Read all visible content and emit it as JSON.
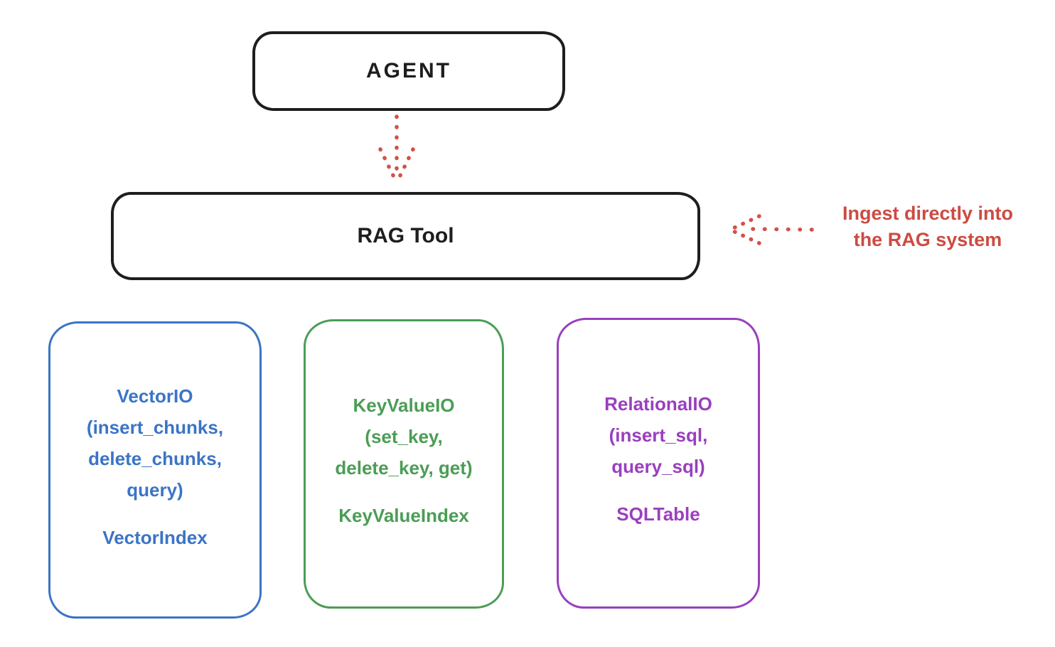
{
  "diagram": {
    "nodes": {
      "agent": {
        "label": "AGENT"
      },
      "rag_tool": {
        "label": "RAG Tool"
      },
      "vector": {
        "lines": [
          "VectorIO",
          "(insert_chunks,",
          "delete_chunks,",
          "query)"
        ],
        "index_label": "VectorIndex",
        "color": "#3b74c6"
      },
      "keyvalue": {
        "lines": [
          "KeyValueIO",
          "(set_key,",
          "delete_key, get)"
        ],
        "index_label": "KeyValueIndex",
        "color": "#4b9d55"
      },
      "relational": {
        "lines": [
          "RelationalIO",
          "(insert_sql,",
          "query_sql)"
        ],
        "index_label": "SQLTable",
        "color": "#9a3fbe"
      }
    },
    "annotation": {
      "line1": "Ingest directly into",
      "line2": "the RAG system",
      "color": "#cc4b42"
    },
    "arrows": {
      "agent_to_rag": "dotted-down-arrow",
      "annotation_to_rag": "dotted-left-arrow",
      "color": "#d4504a"
    },
    "colors": {
      "stroke": "#1e1e1e",
      "background": "#ffffff"
    }
  }
}
